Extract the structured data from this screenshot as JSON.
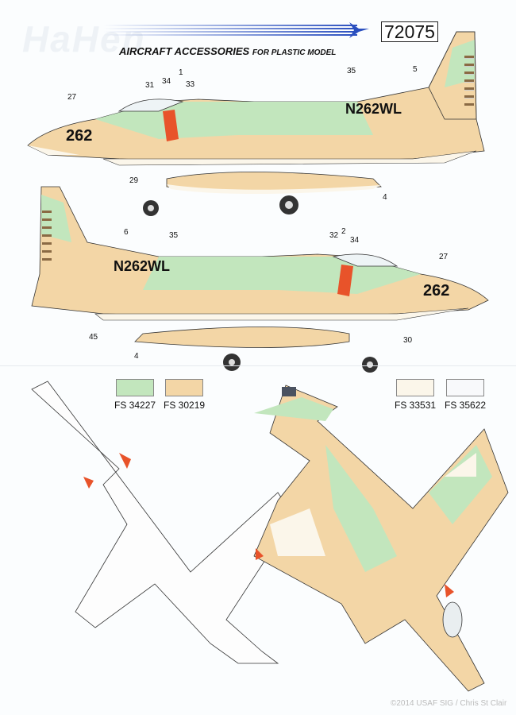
{
  "header": {
    "brand_watermark": "HaHen",
    "product_code": "72075",
    "tagline_main": "AIRCRAFT ACCESSORIES",
    "tagline_sub": "FOR PLASTIC MODEL"
  },
  "profile_left": {
    "modex": "262",
    "registration": "N262WL",
    "callouts": [
      "27",
      "31",
      "34",
      "1",
      "33",
      "35",
      "5",
      "29",
      "4"
    ]
  },
  "profile_right": {
    "modex": "262",
    "registration": "N262WL",
    "callouts": [
      "6",
      "35",
      "32",
      "2",
      "34",
      "27",
      "45",
      "30",
      "4"
    ]
  },
  "colors": {
    "swatches": [
      {
        "label": "FS 34227",
        "hex": "#c2e6bd"
      },
      {
        "label": "FS 30219",
        "hex": "#f3d6a6"
      },
      {
        "label": "FS 33531",
        "hex": "#fbf6ea"
      },
      {
        "label": "FS 35622",
        "hex": "#f8f9fb"
      }
    ]
  },
  "footer": {
    "copyright": "©2014 USAF SIG / Chris St Clair"
  }
}
